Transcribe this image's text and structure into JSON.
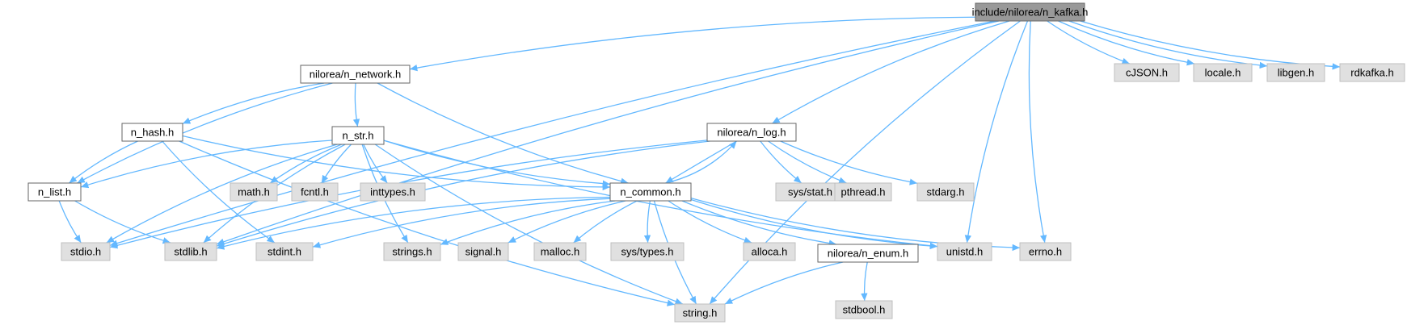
{
  "graph": {
    "nodes": [
      {
        "id": "n_kafka",
        "label": "include/nilorea/n_kafka.h",
        "kind": "main"
      },
      {
        "id": "n_network",
        "label": "nilorea/n_network.h",
        "kind": "doc"
      },
      {
        "id": "n_hash",
        "label": "n_hash.h",
        "kind": "doc"
      },
      {
        "id": "n_str",
        "label": "n_str.h",
        "kind": "doc"
      },
      {
        "id": "n_log",
        "label": "nilorea/n_log.h",
        "kind": "doc"
      },
      {
        "id": "n_list",
        "label": "n_list.h",
        "kind": "doc"
      },
      {
        "id": "n_common",
        "label": "n_common.h",
        "kind": "doc"
      },
      {
        "id": "n_enum",
        "label": "nilorea/n_enum.h",
        "kind": "doc"
      },
      {
        "id": "cJSON",
        "label": "cJSON.h",
        "kind": "sys"
      },
      {
        "id": "locale",
        "label": "locale.h",
        "kind": "sys"
      },
      {
        "id": "libgen",
        "label": "libgen.h",
        "kind": "sys"
      },
      {
        "id": "rdkafka",
        "label": "rdkafka.h",
        "kind": "sys"
      },
      {
        "id": "math",
        "label": "math.h",
        "kind": "sys"
      },
      {
        "id": "fcntl",
        "label": "fcntl.h",
        "kind": "sys"
      },
      {
        "id": "inttypes",
        "label": "inttypes.h",
        "kind": "sys"
      },
      {
        "id": "sysstat",
        "label": "sys/stat.h",
        "kind": "sys"
      },
      {
        "id": "pthread",
        "label": "pthread.h",
        "kind": "sys"
      },
      {
        "id": "stdarg",
        "label": "stdarg.h",
        "kind": "sys"
      },
      {
        "id": "stdio",
        "label": "stdio.h",
        "kind": "sys"
      },
      {
        "id": "stdlib",
        "label": "stdlib.h",
        "kind": "sys"
      },
      {
        "id": "stdint",
        "label": "stdint.h",
        "kind": "sys"
      },
      {
        "id": "strings",
        "label": "strings.h",
        "kind": "sys"
      },
      {
        "id": "signal",
        "label": "signal.h",
        "kind": "sys"
      },
      {
        "id": "malloc",
        "label": "malloc.h",
        "kind": "sys"
      },
      {
        "id": "systypes",
        "label": "sys/types.h",
        "kind": "sys"
      },
      {
        "id": "alloca",
        "label": "alloca.h",
        "kind": "sys"
      },
      {
        "id": "unistd",
        "label": "unistd.h",
        "kind": "sys"
      },
      {
        "id": "errno",
        "label": "errno.h",
        "kind": "sys"
      },
      {
        "id": "string",
        "label": "string.h",
        "kind": "sys"
      },
      {
        "id": "stdbool",
        "label": "stdbool.h",
        "kind": "sys"
      }
    ],
    "edges": [
      [
        "n_kafka",
        "n_network"
      ],
      [
        "n_kafka",
        "n_log"
      ],
      [
        "n_kafka",
        "cJSON"
      ],
      [
        "n_kafka",
        "locale"
      ],
      [
        "n_kafka",
        "libgen"
      ],
      [
        "n_kafka",
        "rdkafka"
      ],
      [
        "n_kafka",
        "stdio"
      ],
      [
        "n_kafka",
        "stdlib"
      ],
      [
        "n_kafka",
        "unistd"
      ],
      [
        "n_kafka",
        "errno"
      ],
      [
        "n_kafka",
        "string"
      ],
      [
        "n_network",
        "n_hash"
      ],
      [
        "n_network",
        "n_str"
      ],
      [
        "n_network",
        "n_list"
      ],
      [
        "n_network",
        "n_common"
      ],
      [
        "n_hash",
        "n_list"
      ],
      [
        "n_hash",
        "n_common"
      ],
      [
        "n_hash",
        "stdint"
      ],
      [
        "n_hash",
        "string"
      ],
      [
        "n_str",
        "n_list"
      ],
      [
        "n_str",
        "n_common"
      ],
      [
        "n_str",
        "math"
      ],
      [
        "n_str",
        "fcntl"
      ],
      [
        "n_str",
        "inttypes"
      ],
      [
        "n_str",
        "stdio"
      ],
      [
        "n_str",
        "stdlib"
      ],
      [
        "n_str",
        "strings"
      ],
      [
        "n_str",
        "string"
      ],
      [
        "n_str",
        "unistd"
      ],
      [
        "n_log",
        "n_common"
      ],
      [
        "n_log",
        "sysstat"
      ],
      [
        "n_log",
        "pthread"
      ],
      [
        "n_log",
        "stdarg"
      ],
      [
        "n_log",
        "stdio"
      ],
      [
        "n_log",
        "stdlib"
      ],
      [
        "n_list",
        "stdio"
      ],
      [
        "n_list",
        "stdlib"
      ],
      [
        "n_common",
        "n_log"
      ],
      [
        "n_common",
        "n_enum"
      ],
      [
        "n_common",
        "stdlib"
      ],
      [
        "n_common",
        "stdint"
      ],
      [
        "n_common",
        "strings"
      ],
      [
        "n_common",
        "signal"
      ],
      [
        "n_common",
        "malloc"
      ],
      [
        "n_common",
        "systypes"
      ],
      [
        "n_common",
        "alloca"
      ],
      [
        "n_common",
        "unistd"
      ],
      [
        "n_common",
        "errno"
      ],
      [
        "n_common",
        "string"
      ],
      [
        "n_enum",
        "string"
      ],
      [
        "n_enum",
        "stdbool"
      ]
    ]
  }
}
